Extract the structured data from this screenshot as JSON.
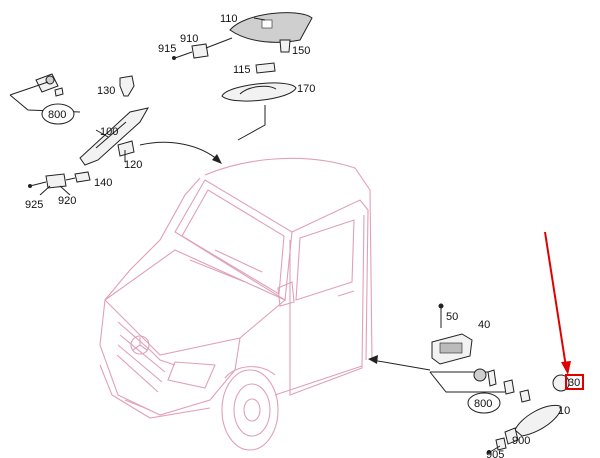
{
  "labels": {
    "l110": "110",
    "l910": "910",
    "l915": "915",
    "l150": "150",
    "l115": "115",
    "l170": "170",
    "l130": "130",
    "l800a": "800",
    "l100": "100",
    "l120": "120",
    "l140": "140",
    "l925": "925",
    "l920": "920",
    "l50": "50",
    "l40": "40",
    "l800b": "800",
    "l30": "30",
    "l10": "10",
    "l900": "900",
    "l905": "905"
  },
  "colors": {
    "vehicle_outline": "#e0a0b8",
    "highlight": "#e00000",
    "leader": "#222222"
  }
}
